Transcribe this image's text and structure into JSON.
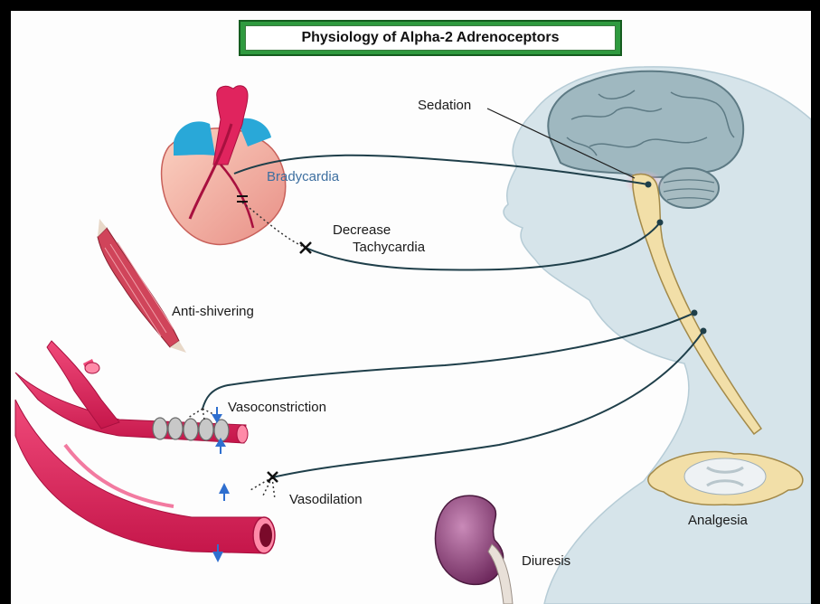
{
  "title": "Physiology of Alpha-2 Adrenoceptors",
  "labels": {
    "sedation": "Sedation",
    "bradycardia": "Bradycardia",
    "decrease": "Decrease",
    "tachycardia": "Tachycardia",
    "anti_shivering": "Anti-shivering",
    "vasoconstriction": "Vasoconstriction",
    "vasodilation": "Vasodilation",
    "analgesia": "Analgesia",
    "diuresis": "Diuresis"
  },
  "colors": {
    "title_border": "#2f9a3f",
    "head_silhouette": "#d6e4ea",
    "brain": "#9fb8c0",
    "spinal_cord": "#f2dfa8",
    "nerve_line": "#1f3f4a",
    "artery": "#e0245e",
    "heart": "#f4b8a8",
    "heart_vessels": "#29a8d8",
    "muscle": "#d0445a",
    "kidney": "#8e3f7a",
    "arrow": "#2f6fcf",
    "label_blue": "#3d6fa0"
  }
}
